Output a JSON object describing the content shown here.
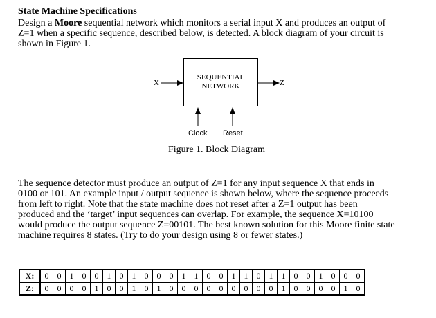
{
  "heading": "State Machine Specifications",
  "intro": {
    "line1_pre": "Design a ",
    "line1_bold": "Moore",
    "line1_post": " sequential network which monitors a serial input X and produces an output of",
    "line2": "Z=1 when a specific sequence, described below, is detected.  A block diagram of your circuit is",
    "line3": "shown in Figure 1."
  },
  "diagram": {
    "box_line1": "SEQUENTIAL",
    "box_line2": "NETWORK",
    "input_label": "X",
    "output_label": "Z",
    "clock_label": "Clock",
    "reset_label": "Reset",
    "caption": "Figure 1. Block Diagram"
  },
  "description": {
    "lines": [
      "The sequence detector must produce an output of Z=1 for any input sequence X that ends in",
      "0100 or 101. An example input / output sequence is shown below, where the sequence proceeds",
      "from left to right. Note that the state machine does not reset after a Z=1 output has been",
      "produced and the ‘target’ input sequences can overlap. For example, the sequence X=10100",
      "would produce the output sequence Z=00101. The best known solution for this Moore finite state",
      "machine requires 8 states. (Try to do your design using 8 or fewer states.)"
    ]
  },
  "sequence_table": {
    "x_label": "X:",
    "z_label": "Z:",
    "x_values": [
      "0",
      "0",
      "1",
      "0",
      "0",
      "1",
      "0",
      "1",
      "0",
      "0",
      "0",
      "1",
      "1",
      "0",
      "0",
      "1",
      "1",
      "0",
      "1",
      "1",
      "0",
      "0",
      "1",
      "0",
      "0",
      "0"
    ],
    "z_values": [
      "0",
      "0",
      "0",
      "0",
      "1",
      "0",
      "0",
      "1",
      "0",
      "1",
      "0",
      "0",
      "0",
      "0",
      "0",
      "0",
      "0",
      "0",
      "0",
      "1",
      "0",
      "0",
      "0",
      "0",
      "1",
      "0"
    ]
  }
}
